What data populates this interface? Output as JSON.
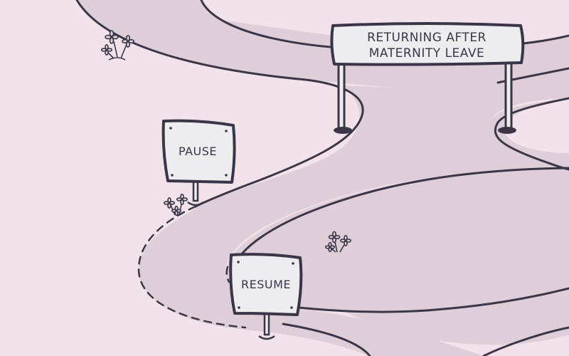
{
  "scene": {
    "colors": {
      "background": "#f2e3ea",
      "road": "#ddced8",
      "outline": "#3a3648",
      "sign_face": "#ededf0",
      "sign_rim": "#ffffff"
    },
    "banner": {
      "line1": "RETURNING AFTER",
      "line2": "MATERNITY LEAVE"
    },
    "pause_sign": {
      "label": "PAUSE"
    },
    "resume_sign": {
      "label": "RESUME"
    },
    "flowers": [
      "daisy-cluster",
      "daisy-cluster",
      "daisy-cluster"
    ]
  }
}
